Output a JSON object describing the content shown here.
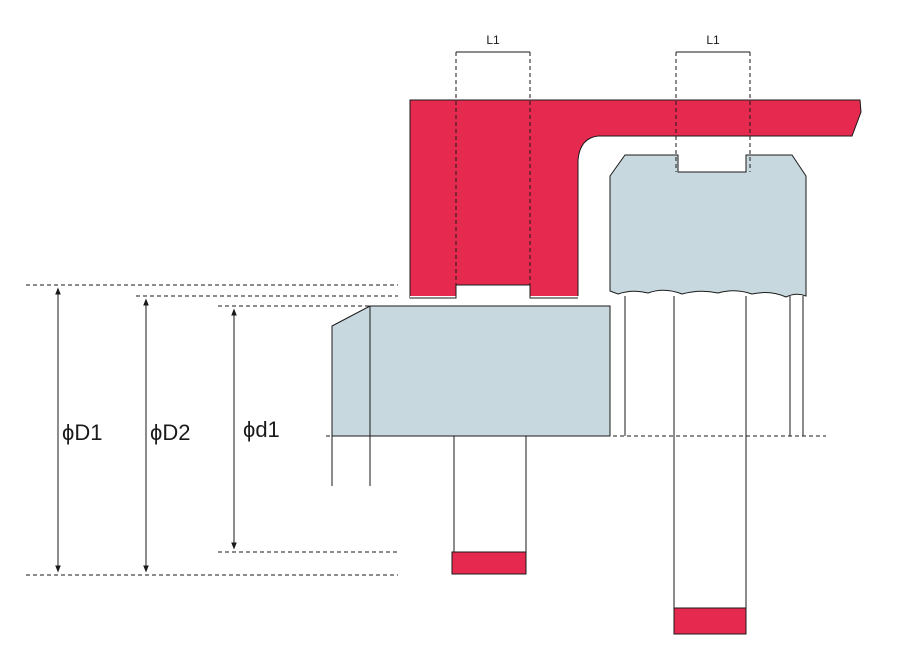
{
  "labels": {
    "l1_left": "L1",
    "l1_right": "L1",
    "dia_D1": "ϕD1",
    "dia_D2": "ϕD2",
    "dia_d1": "ϕd1"
  },
  "colors": {
    "seal_red": "#e5294f",
    "metal_blue": "#c8d8df",
    "line": "#1a1a1a"
  }
}
